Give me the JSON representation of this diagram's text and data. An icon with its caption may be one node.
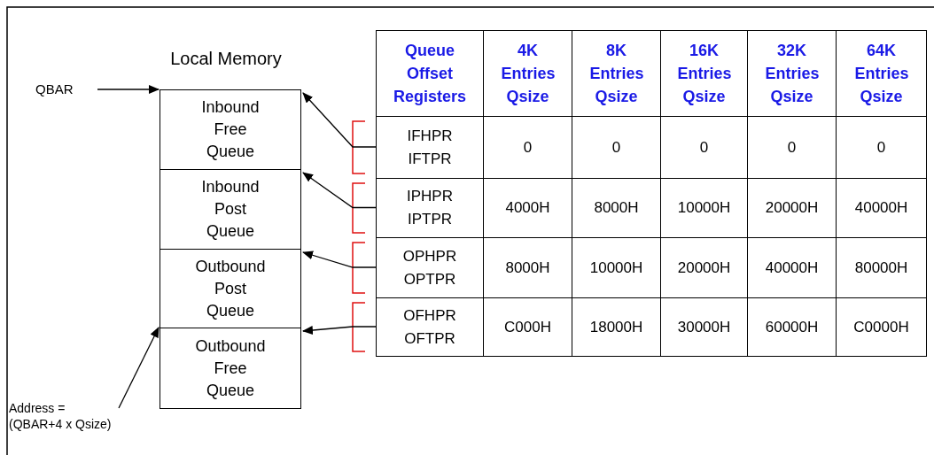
{
  "diagram": {
    "nodes": [
      {
        "text": [
          "QBAR"
        ]
      },
      {
        "text": [
          "Address = (QBAR+4 x Qsize)"
        ]
      },
      {
        "text": [
          "Inbound Free Queue"
        ]
      },
      {
        "text": [
          "Inbound Post Queue"
        ]
      },
      {
        "text": [
          "Outbound Post Queue"
        ]
      },
      {
        "text": [
          "Outbound Free Queue"
        ]
      },
      {
        "text": [
          "IFHPR",
          "IFTPR"
        ]
      },
      {
        "text": [
          "IPHPR",
          "IPTPR"
        ]
      },
      {
        "text": [
          "OPHPR",
          "OPTPR"
        ]
      },
      {
        "text": [
          "OFHPR",
          "OFTPR"
        ]
      }
    ],
    "edges": [
      {
        "from": 0,
        "to": 2,
        "arrow": "to"
      },
      {
        "from": 1,
        "to": 5,
        "arrow": "to"
      },
      {
        "from": 6,
        "to": 2,
        "arrow": "to"
      },
      {
        "from": 7,
        "to": 3,
        "arrow": "to"
      },
      {
        "from": 8,
        "to": 4,
        "arrow": "to"
      },
      {
        "from": 9,
        "to": 5,
        "arrow": "to"
      }
    ],
    "labels": [
      "Local Memory",
      "Queue Offset Registers",
      "4K Entries Qsize",
      "8K Entries Qsize",
      "16K Entries Qsize",
      "32K Entries Qsize",
      "64K Entries Qsize",
      "0",
      "0",
      "0",
      "0",
      "0",
      "4000H",
      "8000H",
      "10000H",
      "20000H",
      "40000H",
      "8000H",
      "10000H",
      "20000H",
      "40000H",
      "80000H",
      "C000H",
      "18000H",
      "30000H",
      "60000H",
      "C0000H"
    ]
  }
}
